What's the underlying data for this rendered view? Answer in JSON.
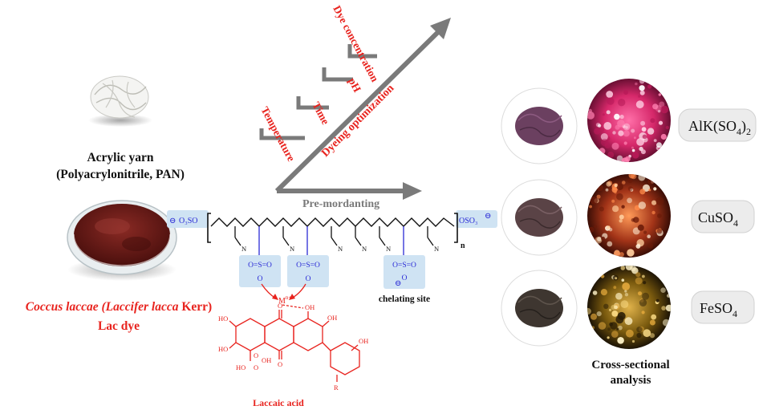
{
  "colors": {
    "arrow_gray": "#7a7a7a",
    "red": "#e8231e",
    "blue": "#2b2bd6",
    "chain_black": "#111111",
    "highlight_blue": "#cfe3f3",
    "label_pill": "#ececec",
    "yarn_alk": "#6b4060",
    "yarn_cu": "#5a4346",
    "yarn_fe": "#3e3630",
    "bowl_powder": "#6e1c1a",
    "micro_alk": "#d6286a",
    "micro_cu": "#a33418",
    "micro_fe": "#8f6a10"
  },
  "optimization_axis": {
    "label": "Dyeing optimization",
    "bars": [
      "Temperature",
      "Time",
      "pH",
      "Dye concentration"
    ]
  },
  "premordanting_label": "Pre-mordanting",
  "acrylic_yarn": {
    "line1": "Acrylic yarn",
    "line2": "(Polyacrylonitrile, PAN)"
  },
  "dye_source": {
    "species_part1": "Coccus laccae (",
    "species_part2": "Laccifer lacca",
    "species_part3": " Kerr)",
    "dye_name": "Lac dye"
  },
  "polymer": {
    "end_left": "O₃SO",
    "end_right": "OSO₃",
    "repeat_subscript": "n",
    "nitrile": "N",
    "sulfonate_top": "O=S=O",
    "sulfonate_O": "O",
    "charge_minus": "⊖",
    "chelating_label": "chelating site"
  },
  "dye_molecule": {
    "metal": "M",
    "metal_charge": "n+",
    "name": "Laccaic acid",
    "atoms": [
      "OH",
      "OH",
      "HO",
      "O",
      "O",
      "HO",
      "OH",
      "HO",
      "O",
      "OH",
      "O",
      "R"
    ]
  },
  "mordants": [
    {
      "label": "AlK(SO",
      "sub1": "4",
      "close": ")",
      "sub2": "2"
    },
    {
      "label": "CuSO",
      "sub1": "4",
      "close": "",
      "sub2": ""
    },
    {
      "label": "FeSO",
      "sub1": "4",
      "close": "",
      "sub2": ""
    }
  ],
  "analysis": {
    "line1": "Cross-sectional",
    "line2": "analysis"
  }
}
